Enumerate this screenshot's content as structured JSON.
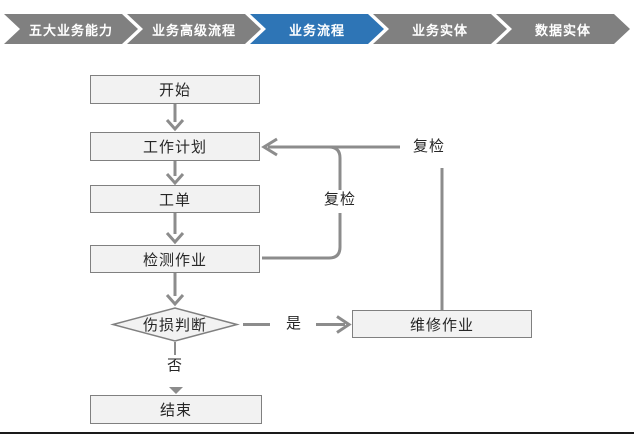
{
  "nav": {
    "items": [
      {
        "label": "五大业务能力",
        "active": false
      },
      {
        "label": "业务高级流程",
        "active": false
      },
      {
        "label": "业务流程",
        "active": true
      },
      {
        "label": "业务实体",
        "active": false
      },
      {
        "label": "数据实体",
        "active": false
      }
    ],
    "active_color": "#2E75B6",
    "inactive_color": "#808080"
  },
  "flowchart": {
    "nodes": {
      "start": {
        "label": "开始",
        "shape": "rect"
      },
      "plan": {
        "label": "工作计划",
        "shape": "rect"
      },
      "order": {
        "label": "工单",
        "shape": "rect"
      },
      "inspect": {
        "label": "检测作业",
        "shape": "rect"
      },
      "decision": {
        "label": "伤损判断",
        "shape": "diamond"
      },
      "repair": {
        "label": "维修作业",
        "shape": "rect"
      },
      "end": {
        "label": "结束",
        "shape": "rect"
      }
    },
    "edges": [
      {
        "from": "start",
        "to": "plan",
        "label": ""
      },
      {
        "from": "plan",
        "to": "order",
        "label": ""
      },
      {
        "from": "order",
        "to": "inspect",
        "label": ""
      },
      {
        "from": "inspect",
        "to": "decision",
        "label": ""
      },
      {
        "from": "decision",
        "to": "repair",
        "label": "是"
      },
      {
        "from": "decision",
        "to": "end",
        "label": "否"
      },
      {
        "from": "inspect",
        "to": "plan",
        "label": "复检"
      },
      {
        "from": "repair",
        "to": "plan",
        "label": "复检"
      }
    ],
    "edge_labels": {
      "yes": "是",
      "no": "否",
      "recheck_inner": "复检",
      "recheck_outer": "复检"
    },
    "colors": {
      "node_fill": "#F2F2F2",
      "node_border": "#808080",
      "connector": "#8C8C8C",
      "text": "#262626"
    }
  }
}
